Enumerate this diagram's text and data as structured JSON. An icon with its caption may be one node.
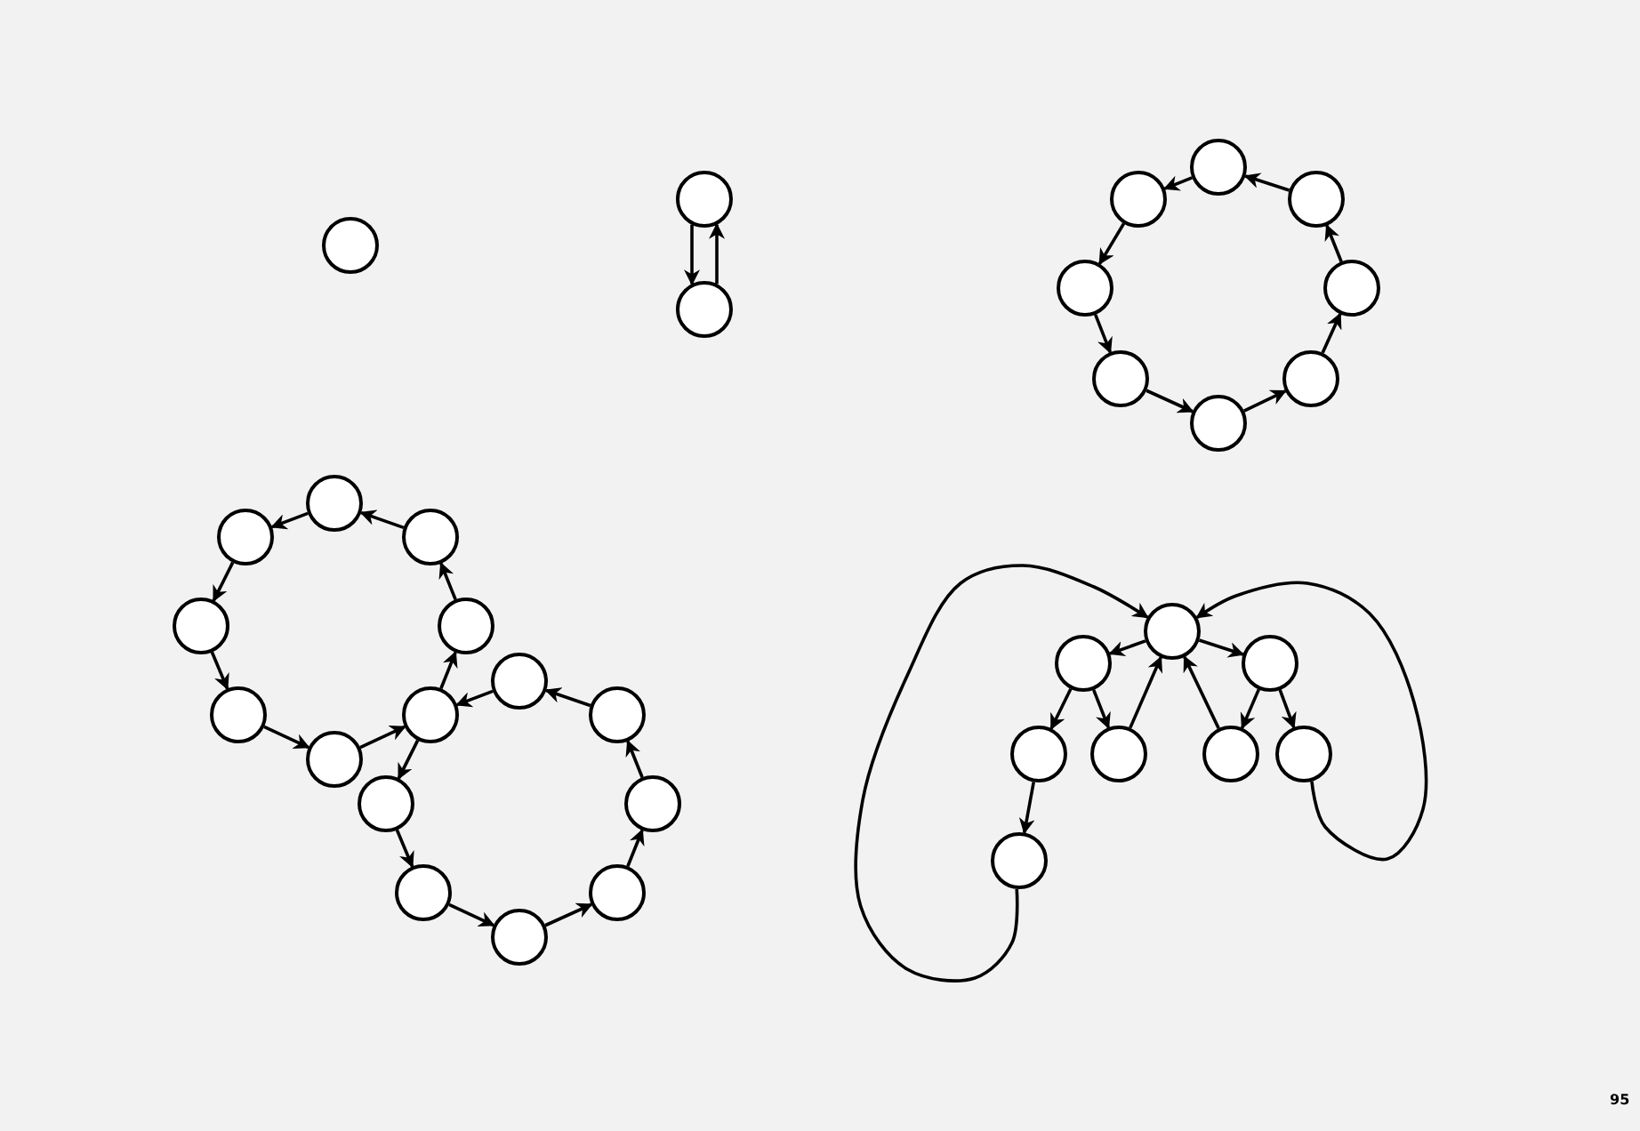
{
  "diagram": {
    "nodes": [
      {
        "text": [],
        "shape": "circle"
      },
      {
        "text": [],
        "shape": "circle"
      },
      {
        "text": [],
        "shape": "circle"
      },
      {
        "text": [],
        "shape": "circle"
      },
      {
        "text": [],
        "shape": "circle"
      },
      {
        "text": [],
        "shape": "circle"
      },
      {
        "text": [],
        "shape": "circle"
      },
      {
        "text": [],
        "shape": "circle"
      },
      {
        "text": [],
        "shape": "circle"
      },
      {
        "text": [],
        "shape": "circle"
      },
      {
        "text": [],
        "shape": "circle"
      },
      {
        "text": [],
        "shape": "circle"
      },
      {
        "text": [],
        "shape": "circle"
      },
      {
        "text": [],
        "shape": "circle"
      },
      {
        "text": [],
        "shape": "circle"
      },
      {
        "text": [],
        "shape": "circle"
      },
      {
        "text": [],
        "shape": "circle"
      },
      {
        "text": [],
        "shape": "circle"
      },
      {
        "text": [],
        "shape": "circle"
      },
      {
        "text": [],
        "shape": "circle"
      },
      {
        "text": [],
        "shape": "circle"
      },
      {
        "text": [],
        "shape": "circle"
      },
      {
        "text": [],
        "shape": "circle"
      },
      {
        "text": [],
        "shape": "circle"
      },
      {
        "text": [],
        "shape": "circle"
      },
      {
        "text": [],
        "shape": "circle"
      },
      {
        "text": [],
        "shape": "circle"
      },
      {
        "text": [],
        "shape": "circle"
      },
      {
        "text": [],
        "shape": "circle"
      },
      {
        "text": [],
        "shape": "circle"
      },
      {
        "text": [],
        "shape": "circle"
      },
      {
        "text": [],
        "shape": "circle"
      },
      {
        "text": [],
        "shape": "circle"
      },
      {
        "text": [],
        "shape": "circle"
      }
    ],
    "edges": [
      {
        "from": 1,
        "to": 2,
        "arrow": "to"
      },
      {
        "from": 2,
        "to": 1,
        "arrow": "to"
      },
      {
        "from": 3,
        "to": 4,
        "arrow": "to"
      },
      {
        "from": 4,
        "to": 5,
        "arrow": "to"
      },
      {
        "from": 5,
        "to": 6,
        "arrow": "to"
      },
      {
        "from": 6,
        "to": 7,
        "arrow": "to"
      },
      {
        "from": 7,
        "to": 8,
        "arrow": "to"
      },
      {
        "from": 8,
        "to": 9,
        "arrow": "to"
      },
      {
        "from": 9,
        "to": 10,
        "arrow": "to"
      },
      {
        "from": 10,
        "to": 3,
        "arrow": "to"
      },
      {
        "from": 11,
        "to": 12,
        "arrow": "to"
      },
      {
        "from": 12,
        "to": 13,
        "arrow": "to"
      },
      {
        "from": 13,
        "to": 14,
        "arrow": "to"
      },
      {
        "from": 14,
        "to": 15,
        "arrow": "to"
      },
      {
        "from": 15,
        "to": 16,
        "arrow": "to"
      },
      {
        "from": 16,
        "to": 17,
        "arrow": "to"
      },
      {
        "from": 17,
        "to": 18,
        "arrow": "to"
      },
      {
        "from": 18,
        "to": 11,
        "arrow": "to"
      },
      {
        "from": 19,
        "to": 16,
        "arrow": "to"
      },
      {
        "from": 16,
        "to": 20,
        "arrow": "to"
      },
      {
        "from": 20,
        "to": 21,
        "arrow": "to"
      },
      {
        "from": 21,
        "to": 22,
        "arrow": "to"
      },
      {
        "from": 22,
        "to": 23,
        "arrow": "to"
      },
      {
        "from": 23,
        "to": 24,
        "arrow": "to"
      },
      {
        "from": 24,
        "to": 25,
        "arrow": "to"
      },
      {
        "from": 25,
        "to": 19,
        "arrow": "to"
      },
      {
        "from": 26,
        "to": 27,
        "arrow": "to"
      },
      {
        "from": 26,
        "to": 28,
        "arrow": "to"
      },
      {
        "from": 27,
        "to": 29,
        "arrow": "to"
      },
      {
        "from": 27,
        "to": 30,
        "arrow": "to"
      },
      {
        "from": 30,
        "to": 26,
        "arrow": "to"
      },
      {
        "from": 31,
        "to": 26,
        "arrow": "to"
      },
      {
        "from": 28,
        "to": 31,
        "arrow": "to"
      },
      {
        "from": 28,
        "to": 32,
        "arrow": "to"
      },
      {
        "from": 29,
        "to": 33,
        "arrow": "to"
      },
      {
        "from": 33,
        "to": 26,
        "arrow": "to"
      },
      {
        "from": 32,
        "to": 26,
        "arrow": "to"
      }
    ],
    "labels": [
      "95"
    ]
  }
}
